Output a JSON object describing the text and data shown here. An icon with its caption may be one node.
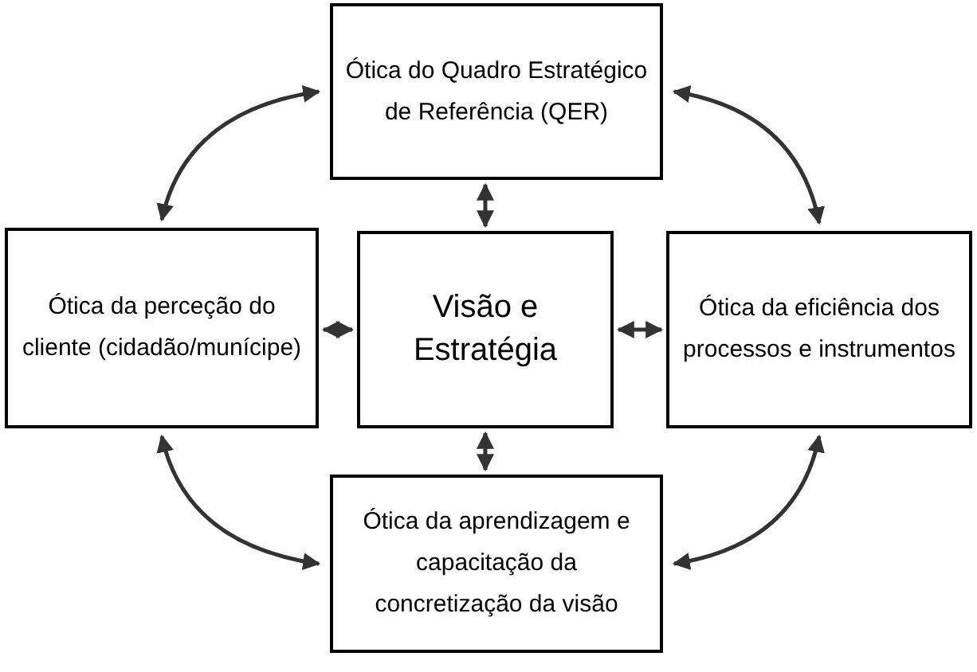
{
  "diagram": {
    "nodes": [
      {
        "text": [
          "Ótica do Quadro Estratégico de Referência (QER)"
        ]
      },
      {
        "text": [
          "Ótica da perceção do cliente (cidadão/munícipe)"
        ]
      },
      {
        "text": [
          "Visão e Estratégia"
        ]
      },
      {
        "text": [
          "Ótica da eficiência dos processos e instrumentos"
        ]
      },
      {
        "text": [
          "Ótica da aprendizagem e capacitação da concretização da visão"
        ]
      }
    ],
    "edges": [
      {
        "from": 2,
        "to": 0,
        "arrow": "both"
      },
      {
        "from": 2,
        "to": 1,
        "arrow": "both"
      },
      {
        "from": 2,
        "to": 3,
        "arrow": "both"
      },
      {
        "from": 2,
        "to": 4,
        "arrow": "both"
      },
      {
        "from": 0,
        "to": 1,
        "arrow": "both"
      },
      {
        "from": 0,
        "to": 3,
        "arrow": "both"
      },
      {
        "from": 1,
        "to": 4,
        "arrow": "both"
      },
      {
        "from": 3,
        "to": 4,
        "arrow": "both"
      }
    ]
  }
}
